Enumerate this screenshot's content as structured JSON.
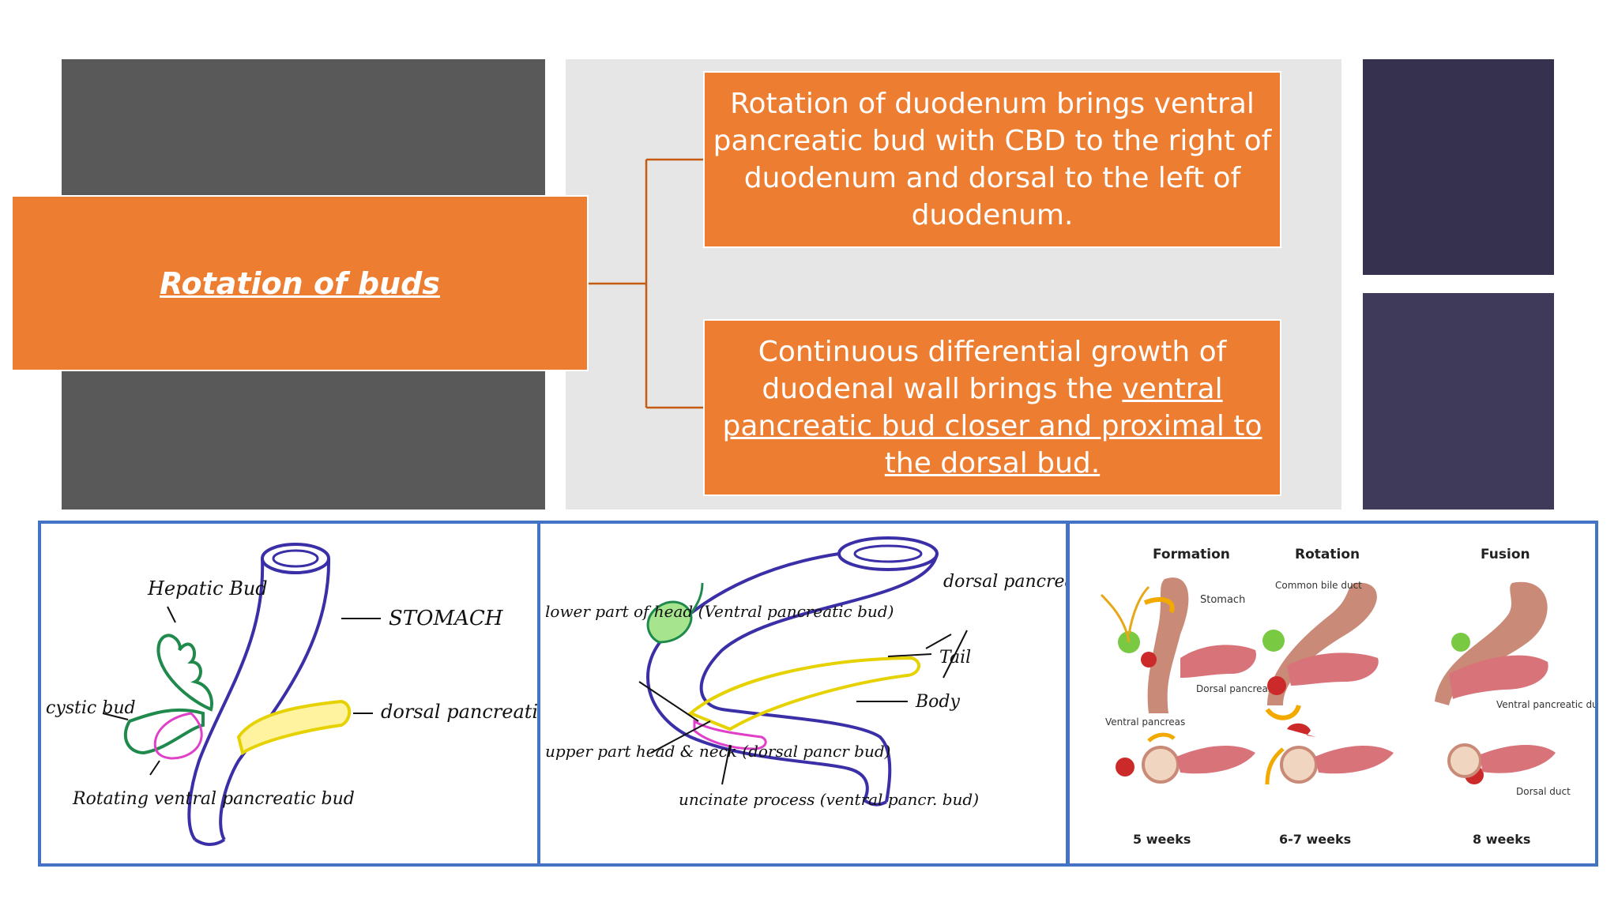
{
  "main_topic": "Rotation of buds",
  "point_one": "Rotation of duodenum brings ventral pancreatic bud with CBD to the right of duodenum and dorsal to the left of duodenum.",
  "point_two_plain": "Continuous differential growth of duodenal wall brings the ",
  "point_two_underlined": "ventral pancreatic bud closer and proximal to the dorsal bud.",
  "sketch1": {
    "hepatic_bud": "Hepatic Bud",
    "stomach": "STOMACH",
    "cystic_bud": "cystic bud",
    "dorsal_bud": "dorsal pancreatic bud",
    "rotating_ventral": "Rotating ventral pancreatic bud"
  },
  "sketch2": {
    "lower_head": "lower part of head (Ventral pancreatic bud)",
    "dorsal_bud": "dorsal pancreatic bud",
    "tail": "Tail",
    "body": "Body",
    "upper_head": "upper part head & neck (dorsal pancr bud)",
    "uncinate": "uncinate process (ventral pancr. bud)"
  },
  "figure3": {
    "stage_formation": "Formation",
    "stage_rotation": "Rotation",
    "stage_fusion": "Fusion",
    "stomach": "Stomach",
    "dorsal_pancreas": "Dorsal pancreas",
    "ventral_pancreas": "Ventral pancreas",
    "common_bile_duct": "Common bile duct",
    "ventral_duct": "Ventral pancreatic duct",
    "dorsal_duct": "Dorsal duct",
    "week_formation": "5 weeks",
    "week_rotation": "6-7 weeks",
    "week_fusion": "8 weeks"
  },
  "colors": {
    "orange": "#ed7d31",
    "dark_gray": "#595959",
    "light_gray": "#e6e6e6",
    "navy": "#35314f",
    "frame_blue": "#4472c4"
  }
}
